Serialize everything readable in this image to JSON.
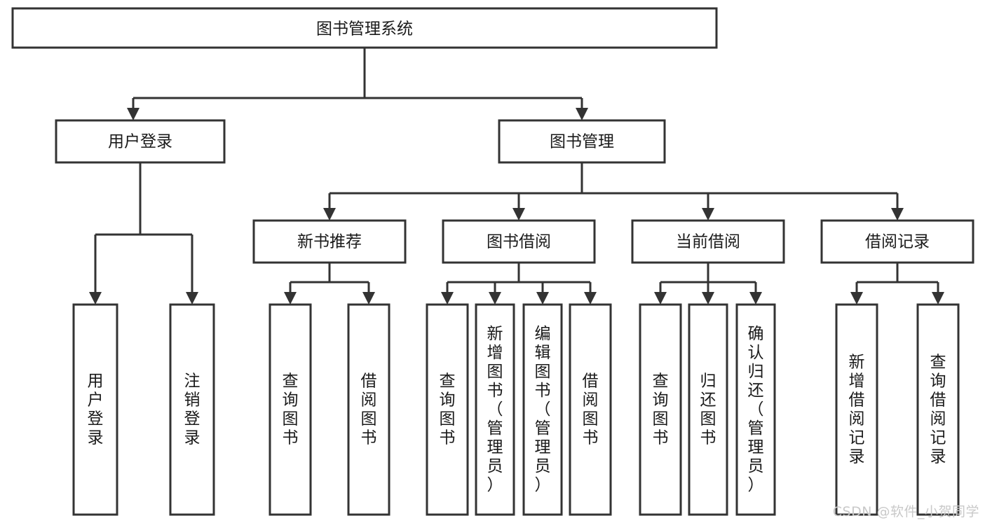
{
  "diagram": {
    "type": "tree-hierarchy",
    "title": "图书管理系统",
    "orientation": "top-down",
    "colors": {
      "background": "#ffffff",
      "box_fill": "#ffffff",
      "box_stroke": "#333333",
      "text": "#1a1a1a",
      "watermark": "#c9c9c9"
    },
    "root": {
      "id": "root",
      "label": "图书管理系统",
      "text_orientation": "horizontal"
    },
    "level2": [
      {
        "id": "user-login",
        "label": "用户登录",
        "text_orientation": "horizontal"
      },
      {
        "id": "book-admin",
        "label": "图书管理",
        "text_orientation": "horizontal"
      }
    ],
    "level3": [
      {
        "id": "new-book-rec",
        "label": "新书推荐",
        "text_orientation": "horizontal",
        "parent": "book-admin"
      },
      {
        "id": "book-borrow",
        "label": "图书借阅",
        "text_orientation": "horizontal",
        "parent": "book-admin"
      },
      {
        "id": "current-borrow",
        "label": "当前借阅",
        "text_orientation": "horizontal",
        "parent": "book-admin"
      },
      {
        "id": "borrow-record",
        "label": "借阅记录",
        "text_orientation": "horizontal",
        "parent": "book-admin"
      }
    ],
    "leaves": {
      "user-login": [
        {
          "id": "leaf-user-login",
          "label": "用户登录",
          "text_orientation": "vertical"
        },
        {
          "id": "leaf-user-logout",
          "label": "注销登录",
          "text_orientation": "vertical"
        }
      ],
      "new-book-rec": [
        {
          "id": "leaf-query-book-1",
          "label": "查询图书",
          "text_orientation": "vertical"
        },
        {
          "id": "leaf-borrow-book-1",
          "label": "借阅图书",
          "text_orientation": "vertical"
        }
      ],
      "book-borrow": [
        {
          "id": "leaf-query-book-2",
          "label": "查询图书",
          "text_orientation": "vertical"
        },
        {
          "id": "leaf-add-book",
          "label": "新增图书（管理员）",
          "text_orientation": "vertical"
        },
        {
          "id": "leaf-edit-book",
          "label": "编辑图书（管理员）",
          "text_orientation": "vertical"
        },
        {
          "id": "leaf-borrow-book-2",
          "label": "借阅图书",
          "text_orientation": "vertical"
        }
      ],
      "current-borrow": [
        {
          "id": "leaf-query-book-3",
          "label": "查询图书",
          "text_orientation": "vertical"
        },
        {
          "id": "leaf-return-book",
          "label": "归还图书",
          "text_orientation": "vertical"
        },
        {
          "id": "leaf-confirm-return",
          "label": "确认归还（管理员）",
          "text_orientation": "vertical"
        }
      ],
      "borrow-record": [
        {
          "id": "leaf-add-record",
          "label": "新增借阅记录",
          "text_orientation": "vertical"
        },
        {
          "id": "leaf-query-record",
          "label": "查询借阅记录",
          "text_orientation": "vertical"
        }
      ]
    }
  },
  "watermark": {
    "text": "CSDN @软件_小贺同学"
  }
}
